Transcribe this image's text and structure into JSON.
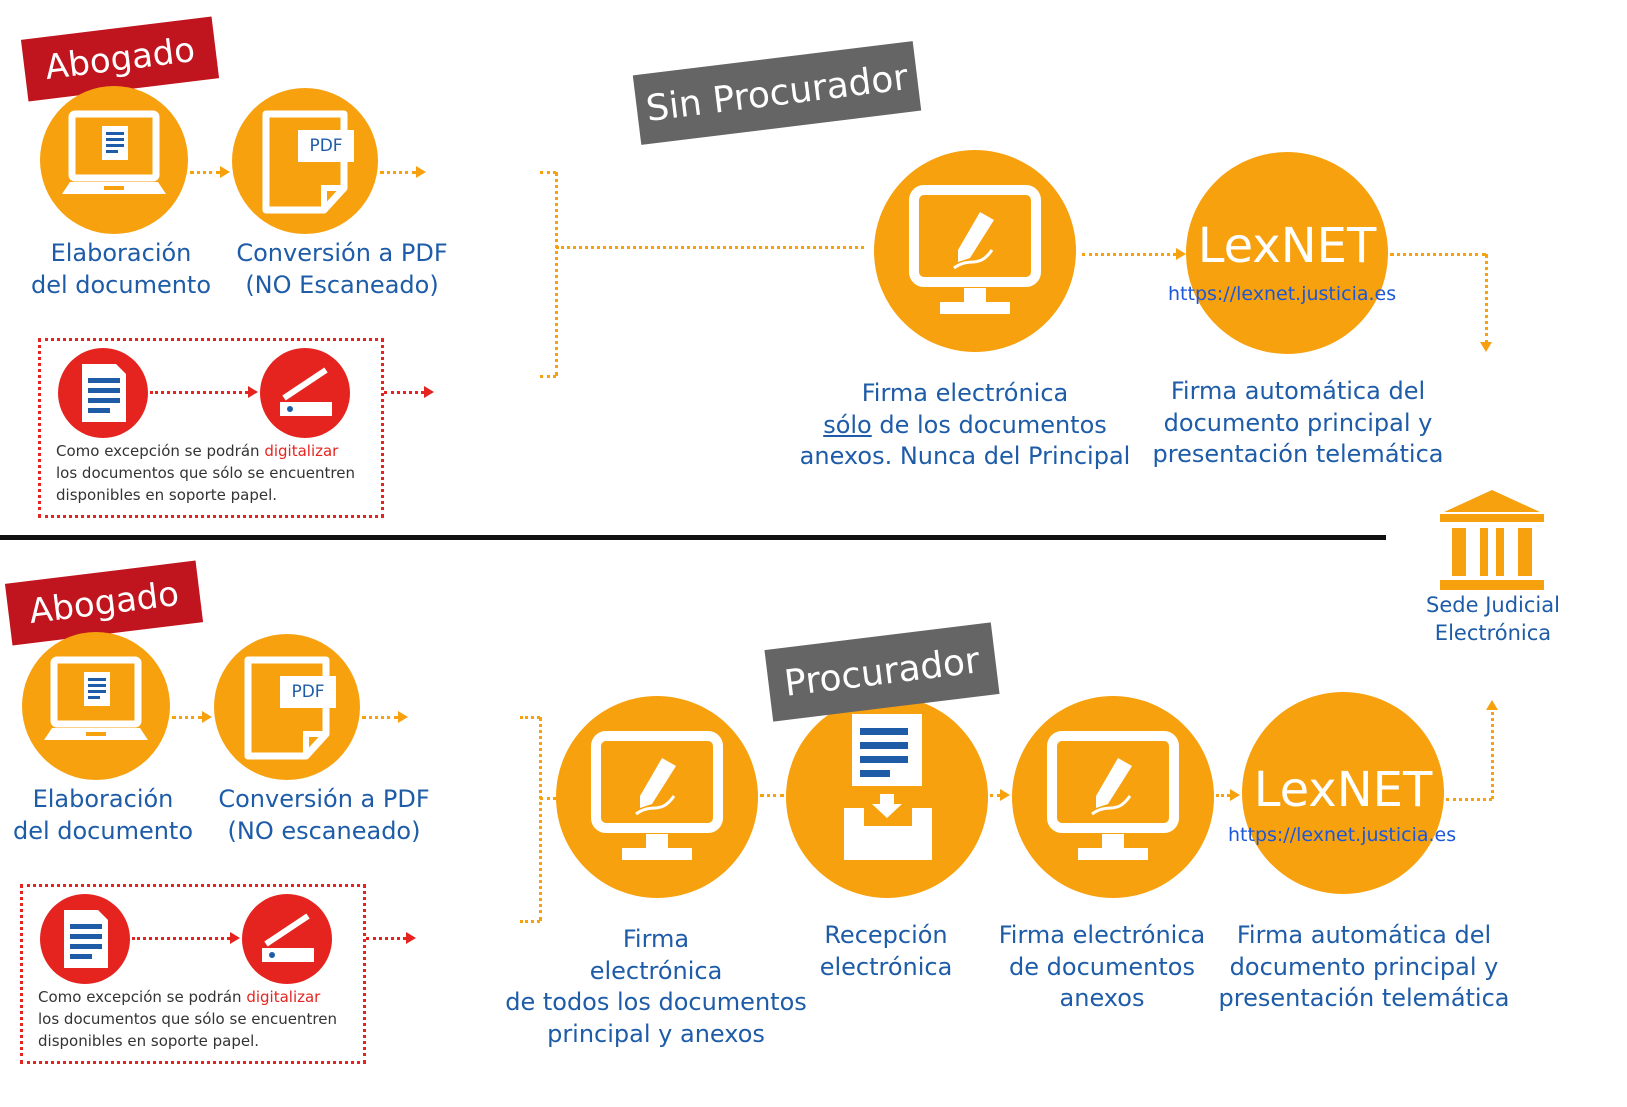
{
  "top": {
    "tag_abogado": "Abogado",
    "tag_sin_procurador": "Sin Procurador",
    "step_elaboracion": [
      "Elaboración",
      "del documento"
    ],
    "step_conversion": [
      "Conversión a PDF",
      "(NO Escaneado)"
    ],
    "pdf_label": "PDF",
    "exception": {
      "line1_before": "Como excepción se podrán ",
      "line1_highlight": "digitalizar",
      "line2": "los documentos que sólo se encuentren",
      "line3": "disponibles en soporte papel."
    },
    "firma": {
      "line1": "Firma electrónica",
      "line2_underlined": "sólo",
      "line2_rest": " de los documentos",
      "line3": "anexos. Nunca del Principal"
    },
    "lexnet_word": "LexNET",
    "lexnet_url": "https://lexnet.justicia.es",
    "automatica": [
      "Firma automática del",
      "documento principal y",
      "presentación telemática"
    ]
  },
  "sede": [
    "Sede Judicial",
    "Electrónica"
  ],
  "bottom": {
    "tag_abogado": "Abogado",
    "tag_procurador": "Procurador",
    "step_elaboracion": [
      "Elaboración",
      "del documento"
    ],
    "step_conversion": [
      "Conversión a PDF",
      "(NO escaneado)"
    ],
    "pdf_label": "PDF",
    "exception": {
      "line1_before": "Como excepción se podrán ",
      "line1_highlight": "digitalizar",
      "line2": "los documentos que sólo se encuentren",
      "line3": "disponibles en soporte papel."
    },
    "firma_todos": [
      "Firma",
      "electrónica",
      "de todos los documentos",
      "principal y anexos"
    ],
    "recepcion": [
      "Recepción",
      "electrónica"
    ],
    "firma_anexos": [
      "Firma electrónica",
      "de documentos",
      "anexos"
    ],
    "lexnet_word": "LexNET",
    "lexnet_url": "https://lexnet.justicia.es",
    "automatica": [
      "Firma automática del",
      "documento principal y",
      "presentación telemática"
    ]
  },
  "colors": {
    "orange": "#F7A10F",
    "red": "#E52420",
    "dark_red": "#C0141E",
    "blue": "#1E5CA8",
    "grey": "#656565"
  }
}
